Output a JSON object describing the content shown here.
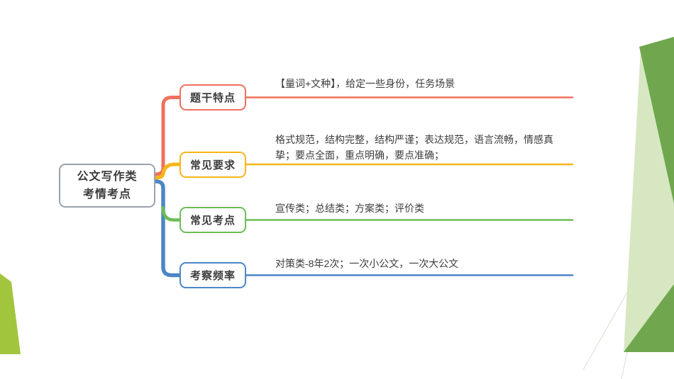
{
  "slide": {
    "background": "#ffffff",
    "center": {
      "label_line1": "公文写作类",
      "label_line2": "考情考点"
    },
    "branches": [
      {
        "label": "题干特点",
        "desc": "【量词+文种】，给定一些身份，任务场景",
        "color": "#F0705C"
      },
      {
        "label": "常见要求",
        "desc": "格式规范，结构完整，结构严谨；表达规范，语言流畅，情感真挚；要点全面，重点明确，要点准确；",
        "color": "#F7B51B"
      },
      {
        "label": "常见考点",
        "desc": "宣传类；总结类；方案类；评价类",
        "color": "#6CBD57"
      },
      {
        "label": "考察频率",
        "desc": "对策类-8年2次；一次小公文，一次大公文",
        "color": "#4D86C6"
      }
    ],
    "theme": {
      "node_border": "#99A2AD",
      "text": "#3C3C3C",
      "deco_green": "#70A74E",
      "deco_pale": "#D7E7C2",
      "deco_lime": "#A2C53E"
    }
  }
}
